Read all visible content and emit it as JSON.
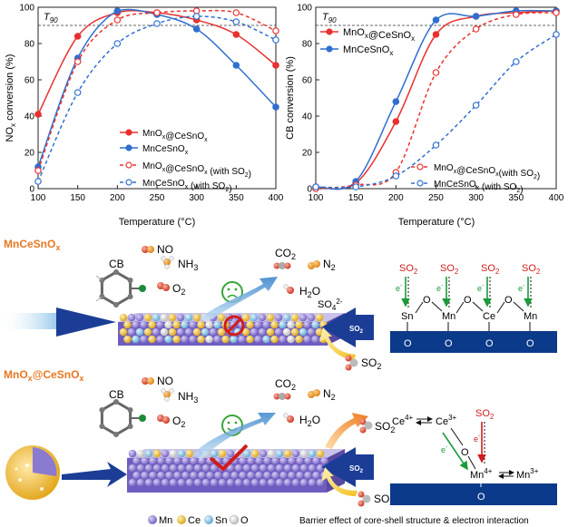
{
  "colors": {
    "red": "#e8312f",
    "blue": "#2f6fcf",
    "orange": "#e87722",
    "navy": "#0b3a8a",
    "green_text": "#1a7a2a",
    "mn_purple": "#8a7ad0",
    "ce_yellow": "#f2c431",
    "sn_blue": "#8fc7e6",
    "o_white": "#f4f4f4",
    "dark_red": "#c0191d"
  },
  "chart_data": [
    {
      "type": "line",
      "ylabel": "NOx conversion (%)",
      "xlabel": "Temperature (°C)",
      "annotation": "T90",
      "t90_value": 90,
      "xlim": [
        100,
        400
      ],
      "ylim": [
        0,
        100
      ],
      "xticks": [
        "100",
        "150",
        "200",
        "250",
        "300",
        "350",
        "400"
      ],
      "yticks": [
        "0",
        "20",
        "40",
        "60",
        "80",
        "100"
      ],
      "x": [
        100,
        150,
        200,
        250,
        300,
        350,
        400
      ],
      "series": [
        {
          "name": "MnOx@CeSnOx",
          "values": [
            41,
            84,
            97,
            97,
            93,
            85,
            68
          ],
          "style": "solid",
          "marker": "filled",
          "color": "#e8312f"
        },
        {
          "name": "MnCeSnOx",
          "values": [
            12,
            72,
            98,
            96,
            88,
            68,
            45
          ],
          "style": "solid",
          "marker": "filled",
          "color": "#2f6fcf"
        },
        {
          "name": "MnOx@CeSnOx (with SO2)",
          "values": [
            10,
            70,
            93,
            97,
            98,
            97,
            87
          ],
          "style": "dashed",
          "marker": "open",
          "color": "#e8312f"
        },
        {
          "name": "MnCeSnOx (with SO2)",
          "values": [
            4,
            53,
            80,
            91,
            95,
            92,
            82
          ],
          "style": "dashed",
          "marker": "open",
          "color": "#2f6fcf"
        }
      ],
      "legend": "bottom-right"
    },
    {
      "type": "line",
      "ylabel": "CB conversion (%)",
      "xlabel": "Temperature (°C)",
      "annotation": "T90",
      "t90_value": 90,
      "xlim": [
        100,
        400
      ],
      "ylim": [
        0,
        100
      ],
      "xticks": [
        "100",
        "150",
        "200",
        "250",
        "300",
        "350",
        "400"
      ],
      "yticks": [
        "0",
        "20",
        "40",
        "60",
        "80",
        "100"
      ],
      "x": [
        100,
        150,
        200,
        250,
        300,
        350,
        400
      ],
      "series": [
        {
          "name": "MnOx@CeSnOx",
          "values": [
            1,
            3,
            37,
            85,
            95,
            97,
            98
          ],
          "style": "solid",
          "marker": "filled",
          "color": "#e8312f"
        },
        {
          "name": "MnCeSnOx",
          "values": [
            1,
            4,
            48,
            93,
            95,
            98,
            98
          ],
          "style": "solid",
          "marker": "filled",
          "color": "#2f6fcf"
        },
        {
          "name": "MnOx@CeSnOx(with SO2)",
          "values": [
            0,
            2,
            9,
            64,
            88,
            96,
            97
          ],
          "style": "dashed",
          "marker": "open",
          "color": "#e8312f"
        },
        {
          "name": "MnCeSnOx (with SO2)",
          "values": [
            1,
            1,
            7,
            24,
            46,
            70,
            85
          ],
          "style": "dashed",
          "marker": "open",
          "color": "#2f6fcf"
        }
      ],
      "legend_top": "top-left",
      "legend_bottom": "bottom-right"
    }
  ],
  "scheme": {
    "top_title": "MnCeSnOx",
    "bottom_title": "MnOx@CeSnOx",
    "cb": "CB",
    "no": "NO",
    "nh3": "NH3",
    "o2": "O2",
    "co2": "CO2",
    "n2": "N2",
    "h2o": "H2O",
    "so4": "SO4 2-",
    "so2": "SO2",
    "so2_arrow": "SO2",
    "face_sad": "sad",
    "face_happy": "happy",
    "sites_top": [
      "Sn",
      "Mn",
      "Ce",
      "Mn"
    ],
    "o_label": "O",
    "e_minus": "e-",
    "ce4": "Ce4+",
    "ce3": "Ce3+",
    "mn4": "Mn4+",
    "mn3": "Mn3+",
    "legend_items": [
      "Mn",
      "Ce",
      "Sn",
      "O"
    ],
    "caption": "Barrier effect of core-shell structure & electron interaction"
  }
}
